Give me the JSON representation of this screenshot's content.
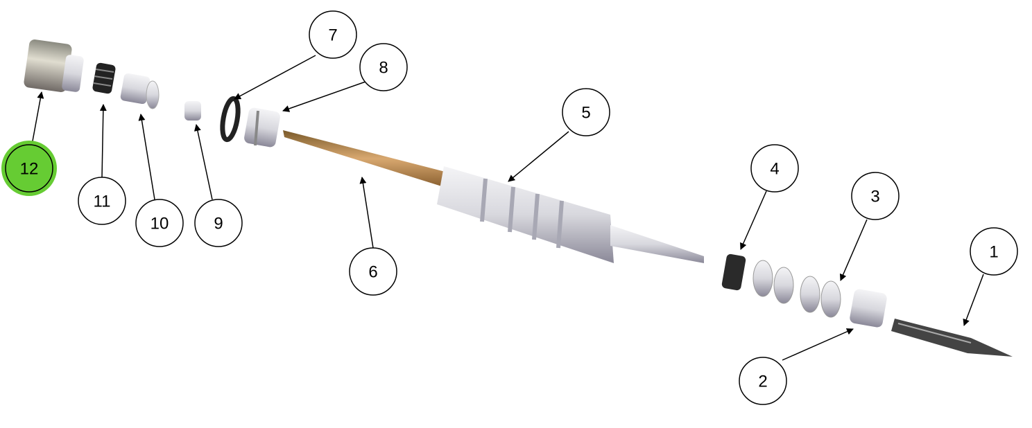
{
  "diagram": {
    "type": "exploded-parts-view",
    "highlight_color": "#66cc33",
    "callouts": [
      {
        "label": "1",
        "highlighted": false
      },
      {
        "label": "2",
        "highlighted": false
      },
      {
        "label": "3",
        "highlighted": false
      },
      {
        "label": "4",
        "highlighted": false
      },
      {
        "label": "5",
        "highlighted": false
      },
      {
        "label": "6",
        "highlighted": false
      },
      {
        "label": "7",
        "highlighted": false
      },
      {
        "label": "8",
        "highlighted": false
      },
      {
        "label": "9",
        "highlighted": false
      },
      {
        "label": "10",
        "highlighted": false
      },
      {
        "label": "11",
        "highlighted": false
      },
      {
        "label": "12",
        "highlighted": true
      }
    ]
  }
}
